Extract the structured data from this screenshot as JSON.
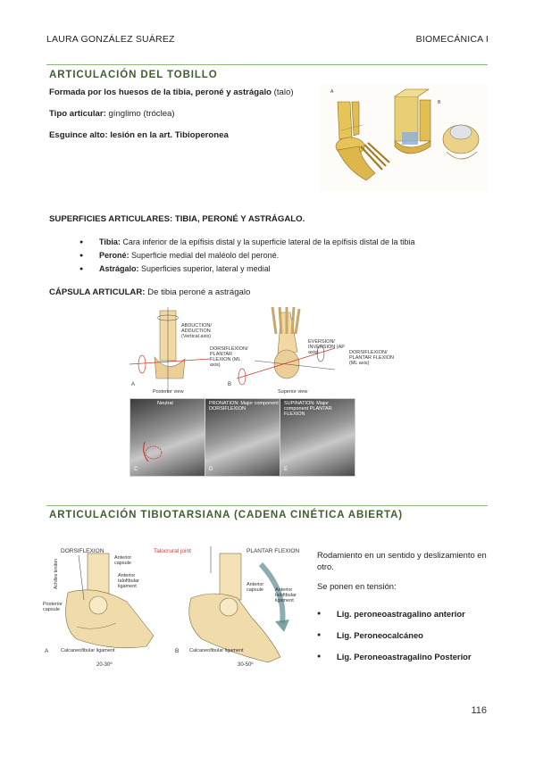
{
  "header": {
    "author": "LAURA GONZÁLEZ SUÁREZ",
    "course": "BIOMECÁNICA I"
  },
  "section1": {
    "title": "ARTICULACIÓN DEL TOBILLO",
    "formed_by": {
      "bold": "Formada por los huesos de la tibia, peroné y astrágalo",
      "normal": " (talo)"
    },
    "joint_type": {
      "label": "Tipo articular:",
      "value": " gínglimo (tróclea)"
    },
    "sprain": {
      "bold": "Esguince alto: lesión en la art. Tibioperonea"
    },
    "figure_labels": [
      "A",
      "B"
    ]
  },
  "surfaces": {
    "heading": "SUPERFICIES ARTICULARES: TIBIA, PERONÉ Y ASTRÁGALO.",
    "items": [
      {
        "label": "Tibia:",
        "text": " Cara inferior de la epífisis distal y la superficie lateral de la epífisis distal de la tibia"
      },
      {
        "label": "Peroné:",
        "text": " Superficie medial del maléolo del peroné."
      },
      {
        "label": "Astrágalo:",
        "text": " Superficies superior, lateral y medial"
      }
    ]
  },
  "capsule": {
    "label": "CÁPSULA ARTICULAR:",
    "text": " De tibia peroné a astrágalo"
  },
  "fig2": {
    "labels": {
      "abduction": "ABDUCTION/ ADDUCTION (Vertical axis)",
      "dorsiflexion": "DORSIFLEXION/ PLANTAR FLEXION (ML axis)",
      "eversion": "EVERSION/ INVERSION (AP axis)",
      "dorsiflexion2": "DORSIFLEXION/ PLANTAR FLEXION (ML axis)",
      "posterior_view": "Posterior view",
      "superior_view": "Superior view",
      "a": "A",
      "b": "B"
    },
    "photos": [
      {
        "caption": "Neutral",
        "letter": "C"
      },
      {
        "caption": "PRONATION: Major component DORSIFLEXION",
        "letter": "D"
      },
      {
        "caption": "SUPINATION: Major component PLANTAR FLEXION",
        "letter": "E"
      }
    ]
  },
  "section2": {
    "title": "ARTICULACIÓN TIBIOTARSIANA (CADENA CINÉTICA ABIERTA)",
    "para": "Rodamiento en un sentido y deslizamiento en otro.",
    "tension": "Se ponen en tensión:",
    "items": [
      "Lig. peroneoastragalino anterior",
      "Lig. Peroneocalcáneo",
      "Lig. Peroneoastragalino Posterior"
    ]
  },
  "fig3": {
    "dorsiflexion": "DORSIFLEXION",
    "talocrural": "Talocrural joint",
    "plantar": "PLANTAR FLEXION",
    "anterior_capsule": "Anterior capsule",
    "anterior_talofibular": "Anterior talofibular ligament",
    "posterior_capsule": "Posterior capsule",
    "achilles": "Achilles tendon",
    "calcaneofibular": "Calcaneofibular ligament",
    "a": "A",
    "b": "B",
    "range_a": "20-30º",
    "range_b": "30-50º"
  },
  "page_number": "116",
  "colors": {
    "accent_rule": "#8cb77a",
    "section_title": "#3e5f2f",
    "bone": "#e6c45a",
    "arrow": "#cf3a2f"
  }
}
